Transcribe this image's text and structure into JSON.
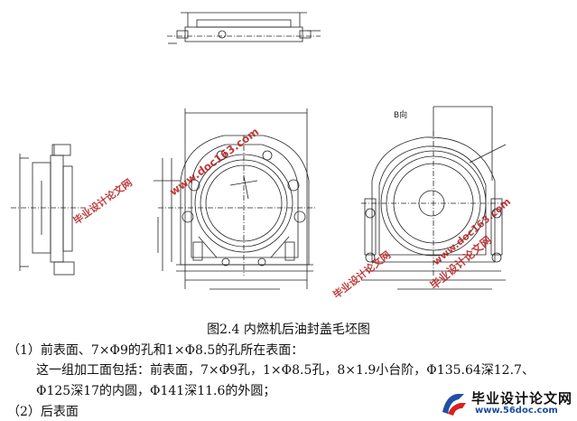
{
  "figure": {
    "view_label": "B向",
    "caption": "图2.4  内燃机后油封盖毛坯图"
  },
  "body_text": {
    "line1": "（1）前表面、7×Φ9的孔和1×Φ8.5的孔所在表面：",
    "line2": "这一组加工面包括：前表面，7×Φ9孔，1×Φ8.5孔，8×1.9小台阶，Φ135.64深12.7、",
    "line3": "Φ125深17的内圆，Φ141深11.6的外圆；",
    "line4": "（2）后表面"
  },
  "watermarks": {
    "site_name": "毕业设计论文网",
    "site_url": "www.doc163.com",
    "logo_name": "毕业设计论文网",
    "logo_url": "www.56doc.com"
  }
}
